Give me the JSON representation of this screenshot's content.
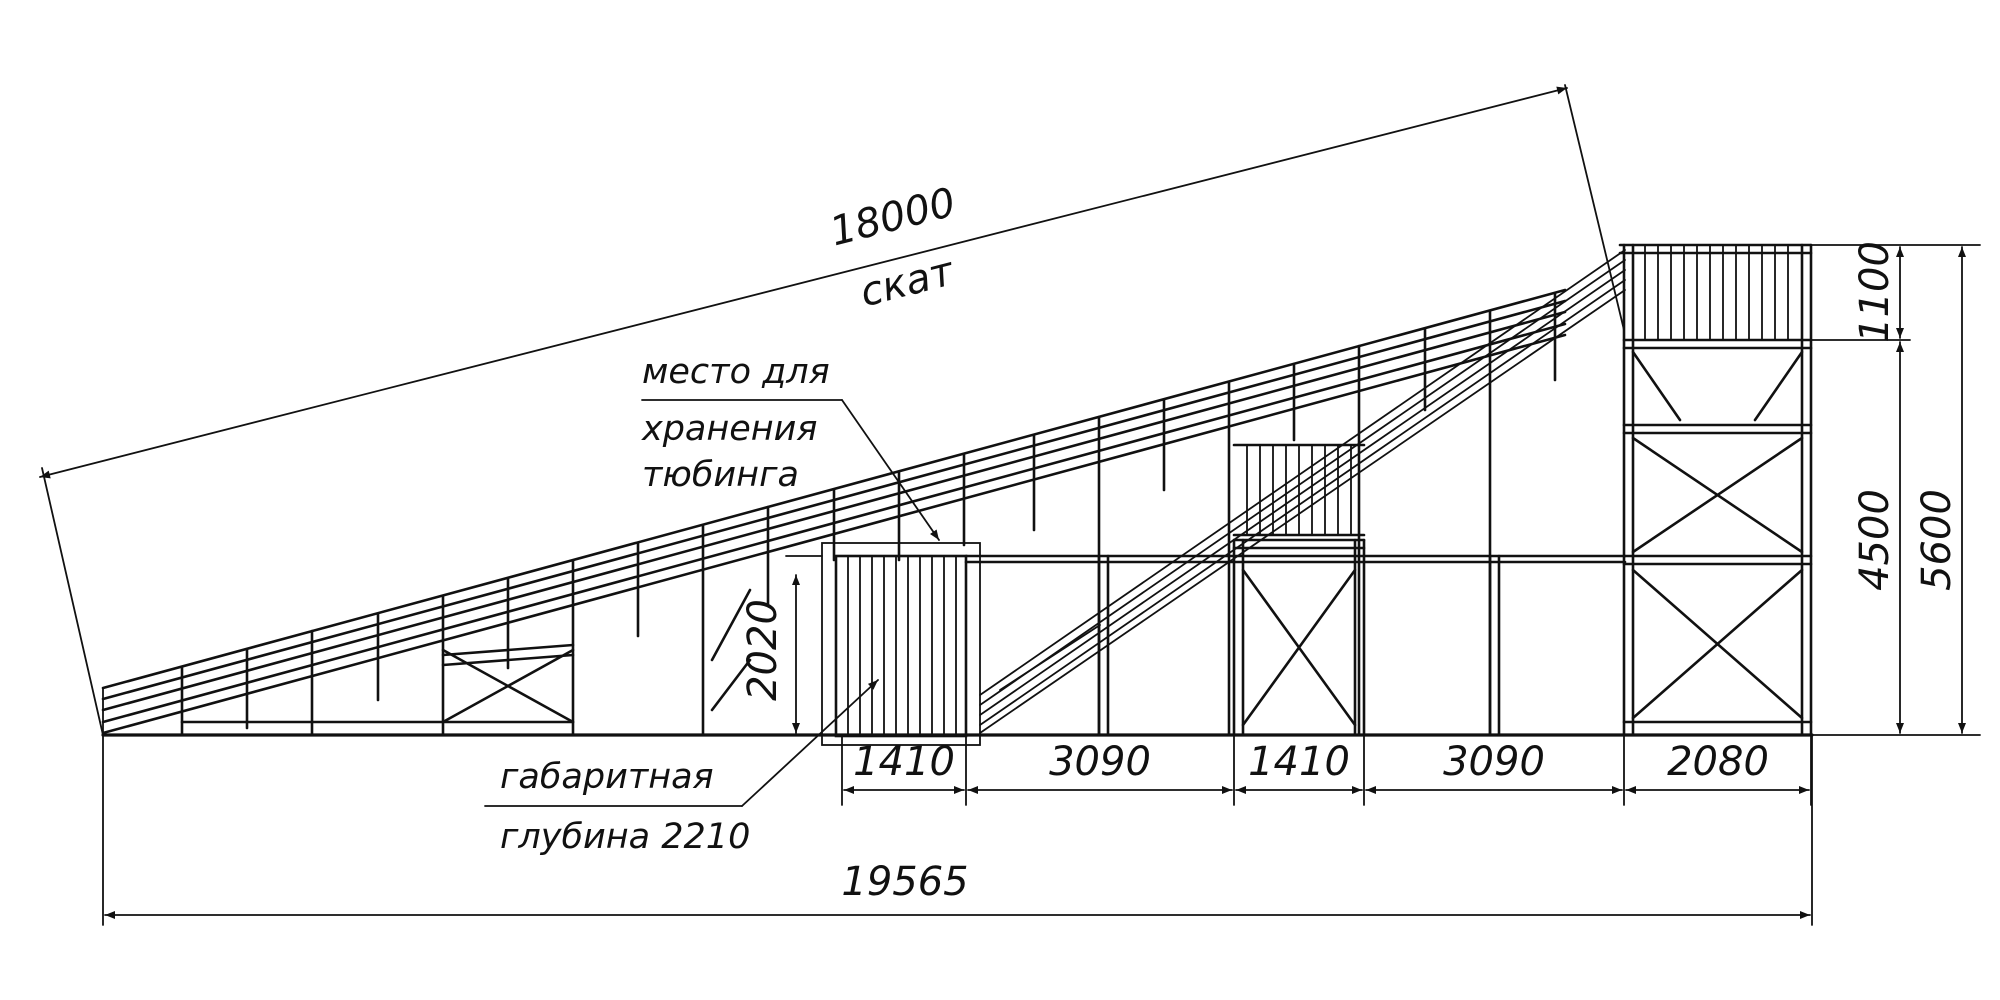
{
  "dimensions": {
    "slope_length": "18000",
    "slope_label": "скат",
    "total_length": "19565",
    "door_height": "2020",
    "top_rail_height": "1100",
    "platform_height": "4500",
    "total_height": "5600",
    "spans": [
      "1410",
      "3090",
      "1410",
      "3090",
      "2080"
    ]
  },
  "notes": {
    "storage": [
      "место для",
      "хранения",
      "тюбинга"
    ],
    "depth": [
      "габаритная",
      "глубина 2210"
    ]
  },
  "colors": {
    "line": "#111111",
    "background": "#ffffff"
  }
}
